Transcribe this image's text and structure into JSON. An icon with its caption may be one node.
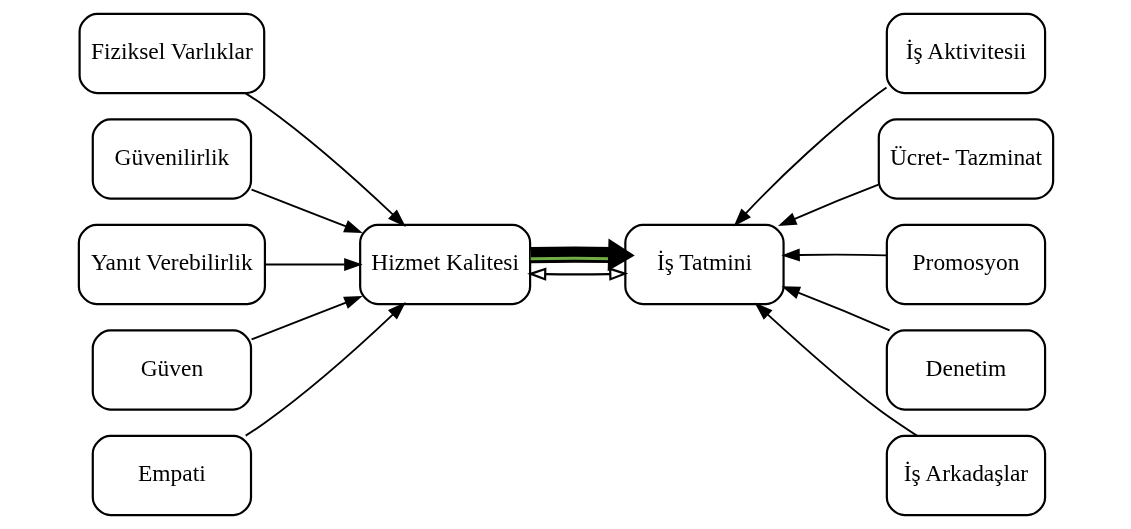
{
  "diagram": {
    "nodes": [
      {
        "text": [
          "Fiziksel Varlıklar"
        ]
      },
      {
        "text": [
          "Güvenilirlik"
        ]
      },
      {
        "text": [
          "Yanıt Verebilirlik"
        ]
      },
      {
        "text": [
          "Güven"
        ]
      },
      {
        "text": [
          "Empati"
        ]
      },
      {
        "text": [
          "Hizmet Kalitesi"
        ]
      },
      {
        "text": [
          "İş Tatmini"
        ]
      },
      {
        "text": [
          "İş Aktivitesii"
        ]
      },
      {
        "text": [
          "Ücret- Tazminat"
        ]
      },
      {
        "text": [
          "Promosyon"
        ]
      },
      {
        "text": [
          "Denetim"
        ]
      },
      {
        "text": [
          "İş Arkadaşlar"
        ]
      }
    ],
    "edges": [
      {
        "from": 0,
        "to": 5,
        "arrow": "to"
      },
      {
        "from": 1,
        "to": 5,
        "arrow": "to"
      },
      {
        "from": 2,
        "to": 5,
        "arrow": "to"
      },
      {
        "from": 3,
        "to": 5,
        "arrow": "to"
      },
      {
        "from": 4,
        "to": 5,
        "arrow": "to"
      },
      {
        "from": 5,
        "to": 6,
        "arrow": "both"
      },
      {
        "from": 5,
        "to": 6,
        "arrow": "to",
        "style": "thick"
      },
      {
        "from": 7,
        "to": 6,
        "arrow": "to"
      },
      {
        "from": 8,
        "to": 6,
        "arrow": "to"
      },
      {
        "from": 9,
        "to": 6,
        "arrow": "to"
      },
      {
        "from": 10,
        "to": 6,
        "arrow": "to"
      },
      {
        "from": 11,
        "to": 6,
        "arrow": "to"
      }
    ]
  }
}
